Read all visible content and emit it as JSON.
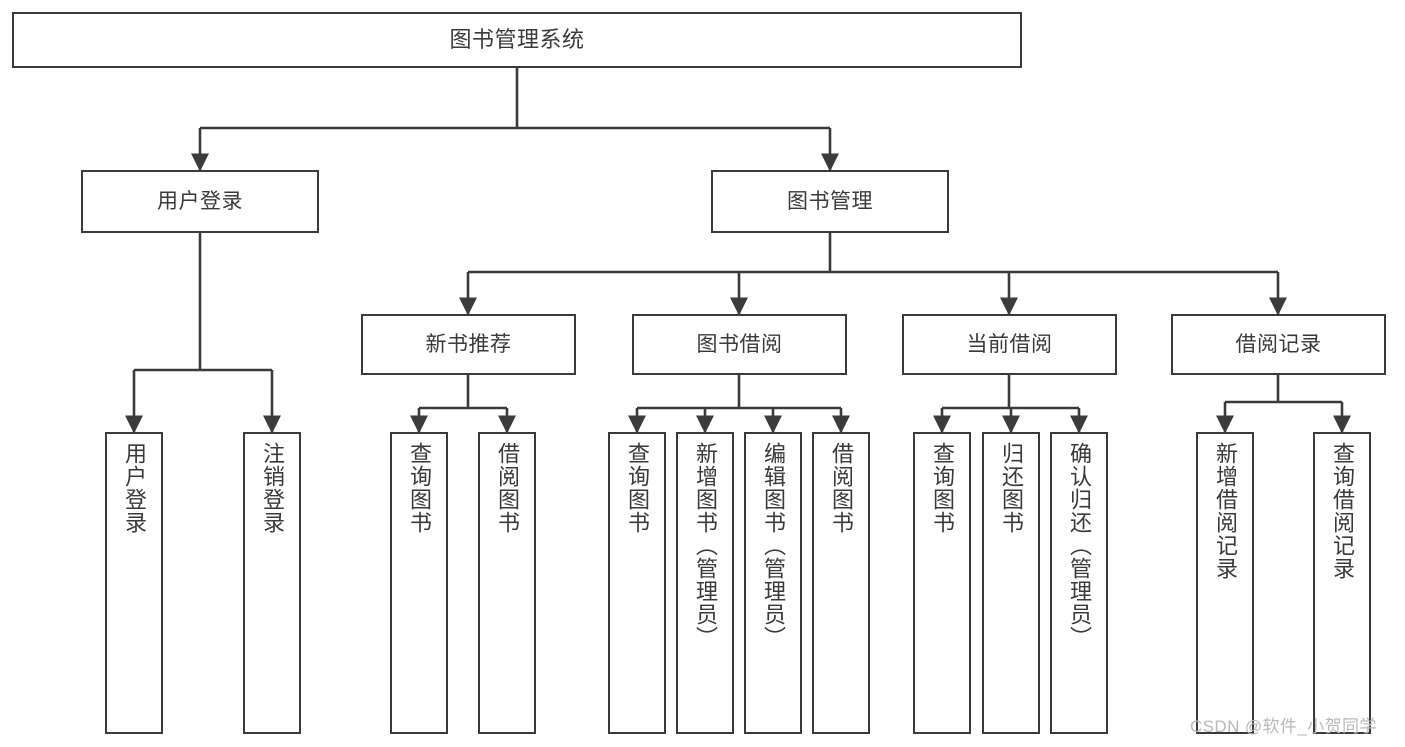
{
  "diagram": {
    "type": "tree",
    "title": "图书管理系统",
    "root": {
      "label": "图书管理系统"
    },
    "level1": [
      {
        "label": "用户登录"
      },
      {
        "label": "图书管理"
      }
    ],
    "level2": [
      {
        "label": "新书推荐"
      },
      {
        "label": "图书借阅"
      },
      {
        "label": "当前借阅"
      },
      {
        "label": "借阅记录"
      }
    ],
    "leaves": {
      "user_login": [
        {
          "label": "用户登录"
        },
        {
          "label": "注销登录"
        }
      ],
      "new_book_recommend": [
        {
          "label": "查询图书"
        },
        {
          "label": "借阅图书"
        }
      ],
      "book_borrow": [
        {
          "label": "查询图书"
        },
        {
          "label": "新增图书（管理员）"
        },
        {
          "label": "编辑图书（管理员）"
        },
        {
          "label": "借阅图书"
        }
      ],
      "current_borrow": [
        {
          "label": "查询图书"
        },
        {
          "label": "归还图书"
        },
        {
          "label": "确认归还（管理员）"
        }
      ],
      "borrow_record": [
        {
          "label": "新增借阅记录"
        },
        {
          "label": "查询借阅记录"
        }
      ]
    }
  },
  "watermark": {
    "text": "CSDN @软件_小贺同学"
  },
  "colors": {
    "border": "#3b3b3b",
    "text": "#3a3a3a",
    "background": "#ffffff",
    "watermark": "#b9b9b9"
  }
}
